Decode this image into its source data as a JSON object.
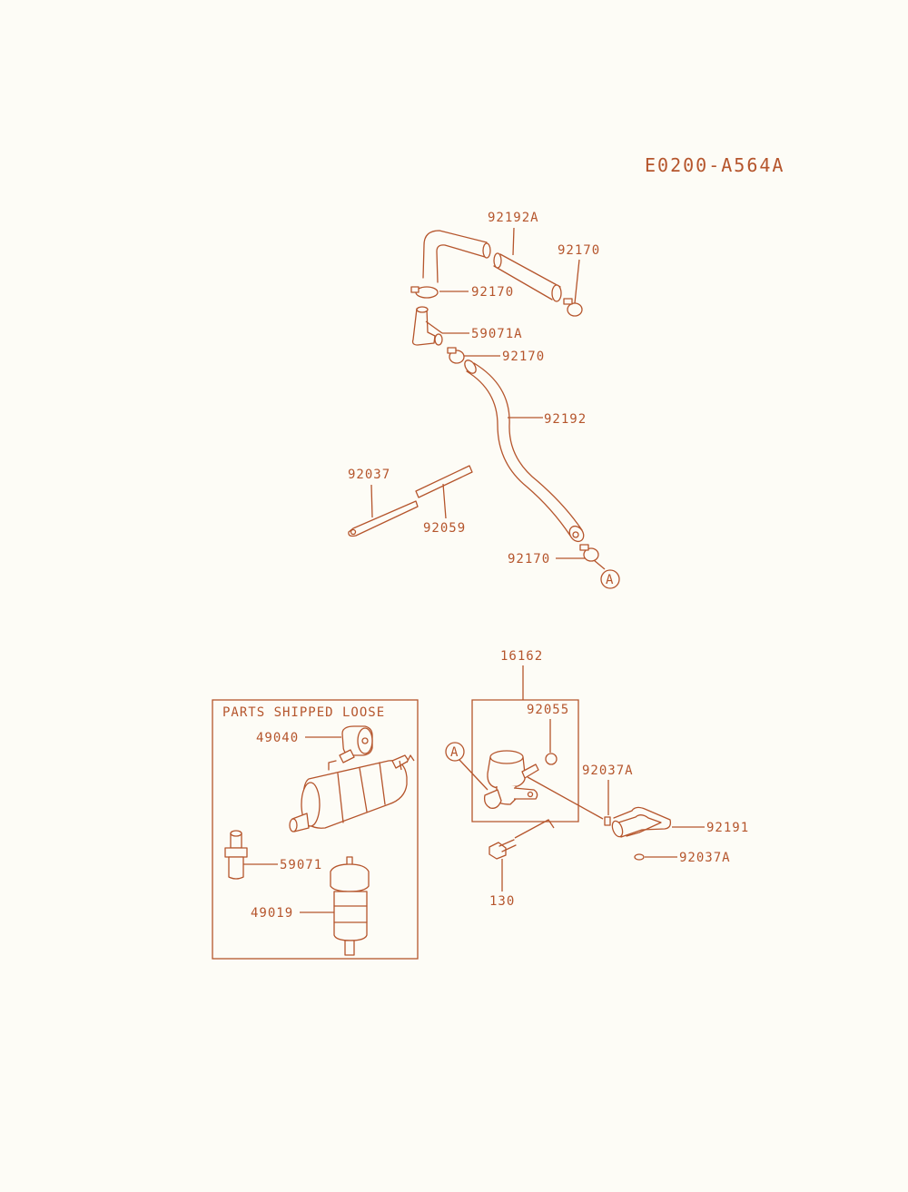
{
  "diagram_id": "E0200-A564A",
  "colors": {
    "ink": "#b5552c",
    "paper": "#fdfcf6"
  },
  "labels": {
    "p92192A": "92192A",
    "p92170_a": "92170",
    "p92170_b": "92170",
    "p59071A": "59071A",
    "p92170_c": "92170",
    "p92192": "92192",
    "p92037": "92037",
    "p92059": "92059",
    "p92170_d": "92170",
    "p16162": "16162",
    "p92055": "92055",
    "p92037A_a": "92037A",
    "p92191": "92191",
    "p92037A_b": "92037A",
    "p130": "130"
  },
  "reference_marker": "A",
  "loose_parts": {
    "title": "PARTS SHIPPED LOOSE",
    "p49040": "49040",
    "p59071": "59071",
    "p49019": "49019"
  }
}
